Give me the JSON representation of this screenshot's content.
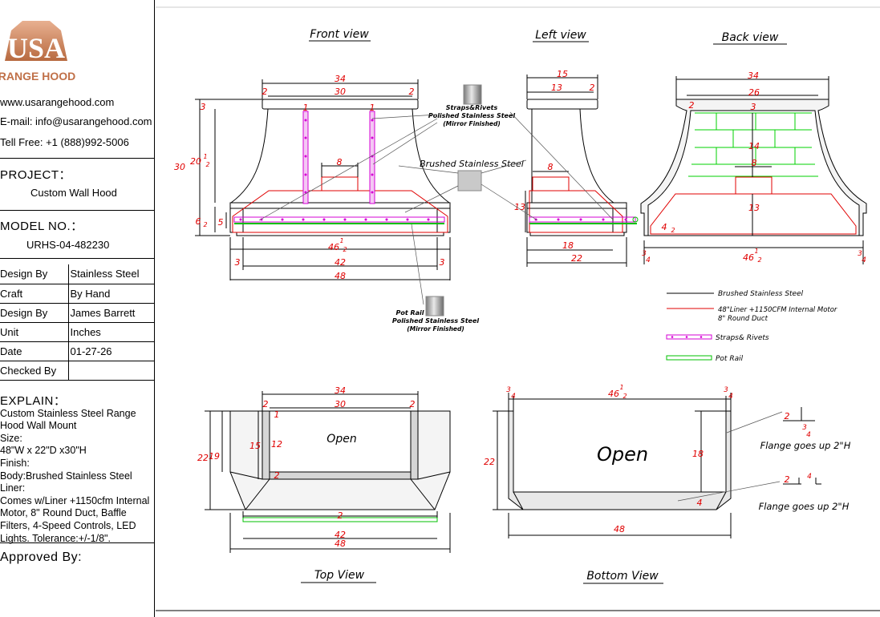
{
  "company": {
    "logo_text": "USA",
    "logo_sub": "RANGE HOOD",
    "website": "www.usarangehood.com",
    "email": "E-mail: info@usarangehood.com",
    "phone": "Tell Free: +1 (888)992-5006"
  },
  "project": {
    "label": "PROJECT：",
    "value": "Custom Wall Hood"
  },
  "model": {
    "label": "MODEL NO.：",
    "value": "URHS-04-482230"
  },
  "specs": [
    {
      "key": "Design By",
      "value": "Stainless Steel"
    },
    {
      "key": "Craft",
      "value": "By Hand"
    },
    {
      "key": "Design By",
      "value": "James Barrett"
    },
    {
      "key": "Unit",
      "value": "Inches"
    },
    {
      "key": "Date",
      "value": "01-27-26"
    },
    {
      "key": "Checked By",
      "value": ""
    }
  ],
  "explain": {
    "label": "EXPLAIN：",
    "lines": [
      "Custom Stainless Steel Range",
      "Hood Wall Mount",
      "Size:",
      "48\"W x 22\"D x30\"H",
      "Finish:",
      "Body:Brushed Stainless Steel",
      "Liner:",
      "Comes w/Liner +1150cfm Internal",
      "Motor, 8\" Round Duct, Baffle",
      "Filters, 4-Speed Controls, LED",
      "Lights. Tolerance:+/-1/8\"."
    ]
  },
  "approved": {
    "label": "Approved By:"
  },
  "views": {
    "front": "Front view",
    "left": "Left view",
    "back": "Back view",
    "top": "Top View",
    "bottom": "Bottom View"
  },
  "callouts": {
    "straps_title": "Straps&Rivets",
    "polished": "Polished Stainless Steel",
    "mirror": "(Mirror Finished)",
    "brushed": "Brushed Stainless Steel",
    "pot_rail": "Pot Rail",
    "open": "Open",
    "flange": "Flange goes up 2\"H"
  },
  "legend": [
    {
      "label": "Brushed Stainless Steel",
      "color": "#000000"
    },
    {
      "label": "48\"Liner +1150CFM Internal Motor",
      "label2": "8\" Round Duct",
      "color": "#e00000"
    },
    {
      "label": "Straps& Rivets",
      "color": "#d400d4"
    },
    {
      "label": "Pot Rail",
      "color": "#00c000"
    }
  ],
  "dimensions": {
    "front": {
      "w34": "34",
      "w30": "30",
      "left2": "2",
      "right2": "2",
      "strap1a": "1",
      "strap1b": "1",
      "h3": "3",
      "h30": "30",
      "h20": "20",
      "h20sup": "1",
      "h20sub": "2",
      "duct8": "8",
      "h6": "6",
      "h6sub": "2",
      "h5": "5",
      "w46": "46",
      "w46sup": "1",
      "w46sub": "2",
      "w42": "42",
      "w48": "48",
      "s3l": "3",
      "s3r": "3"
    },
    "left": {
      "w15": "15",
      "w13": "13",
      "w2": "2",
      "duct8": "8",
      "h13": "13",
      "w18": "18",
      "w22": "22"
    },
    "back": {
      "w34": "34",
      "w26": "26",
      "w2": "2",
      "w3": "3",
      "h14": "14",
      "duct8": "8",
      "h13": "13",
      "h4": "4",
      "h4sub": "2",
      "w46": "46",
      "w46sup": "1",
      "w46sub": "2",
      "q3": "3",
      "q4": "4"
    },
    "top": {
      "w34": "34",
      "w30": "30",
      "l2": "2",
      "r2": "2",
      "t1": "1",
      "h15": "15",
      "h12": "12",
      "h22": "22",
      "h19": "19",
      "c2": "2",
      "r2b": "2",
      "w42": "42",
      "w48": "48"
    },
    "bottom": {
      "q3": "3",
      "q4": "4",
      "w46": "46",
      "w46sup": "1",
      "w46sub": "2",
      "h22": "22",
      "h18": "18",
      "h4": "4",
      "w48": "48",
      "f2": "2",
      "f34a": "3",
      "f34b": "4",
      "f2b": "2",
      "f4": "4"
    }
  }
}
